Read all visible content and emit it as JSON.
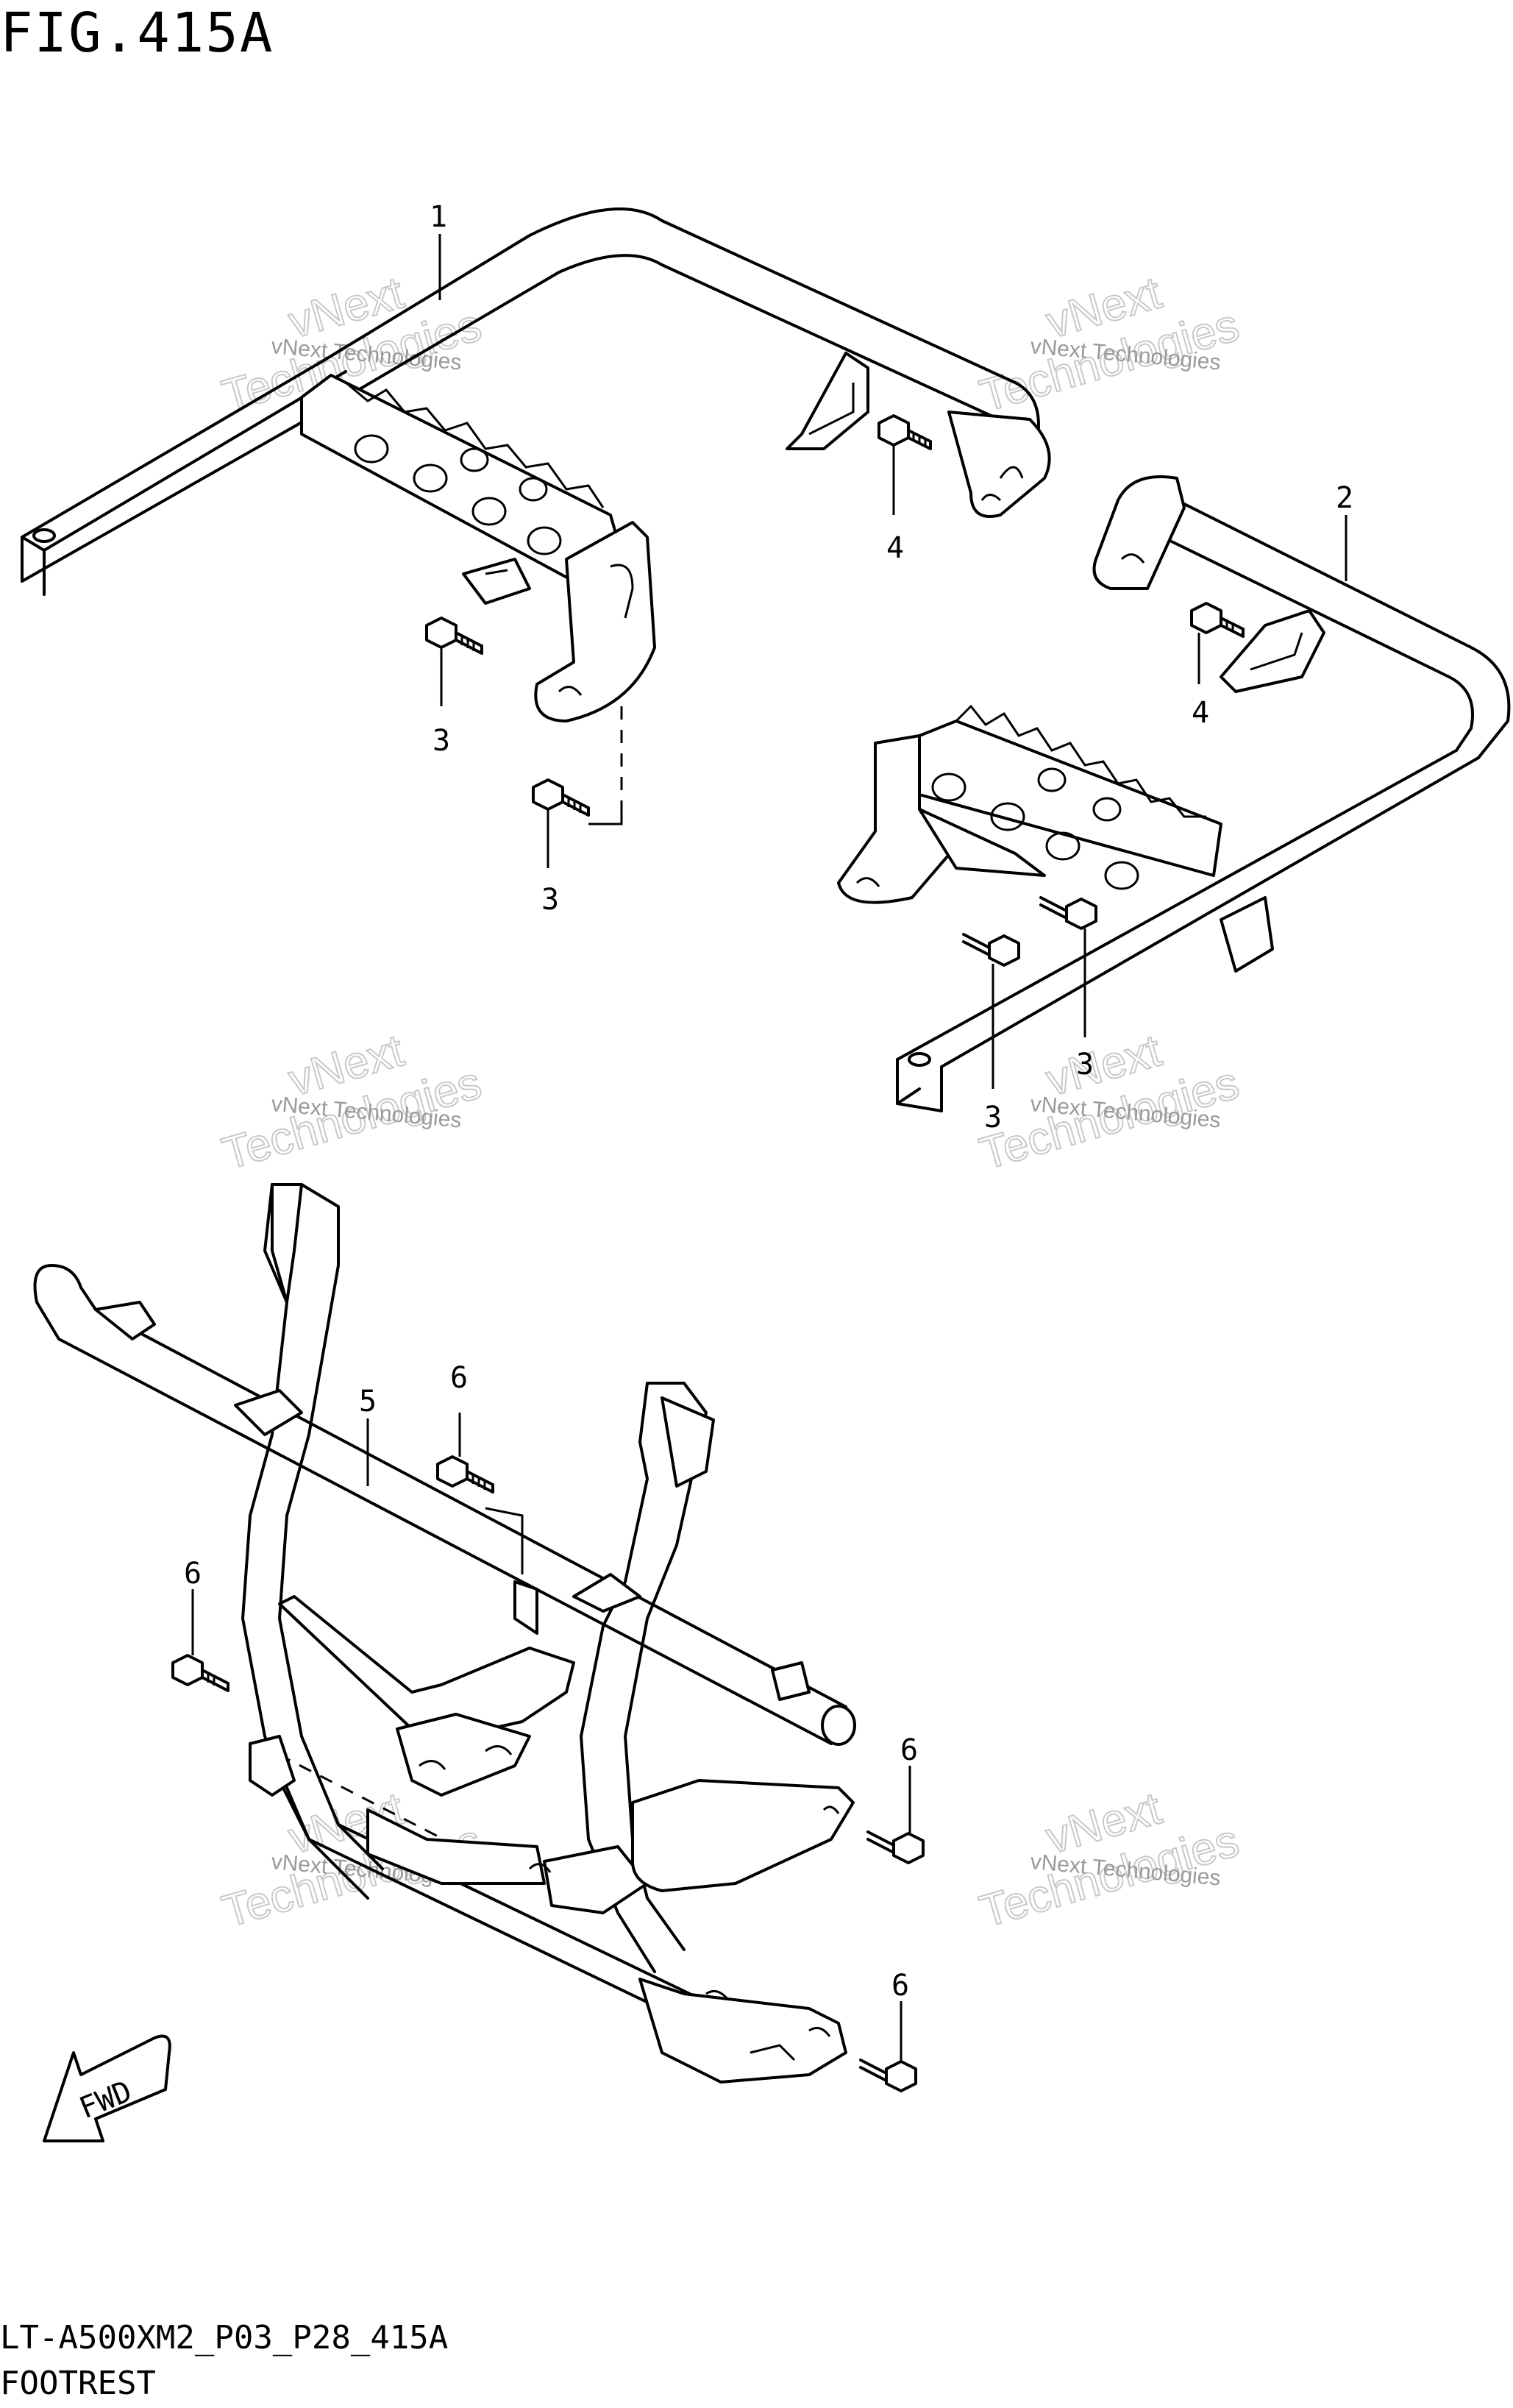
{
  "figure": {
    "title": "FIG.415A",
    "code": "LT-A500XM2_P03_P28_415A",
    "name": "FOOTREST"
  },
  "watermark": {
    "line1": "vNext Technologies",
    "line2": "vNext",
    "line3": "Technologies"
  },
  "fwd_label": "FWD",
  "callouts": {
    "c1": "1",
    "c2": "2",
    "c3a": "3",
    "c3b": "3",
    "c3c": "3",
    "c3d": "3",
    "c4a": "4",
    "c4b": "4",
    "c5": "5",
    "c6a": "6",
    "c6b": "6",
    "c6c": "6",
    "c6d": "6"
  }
}
